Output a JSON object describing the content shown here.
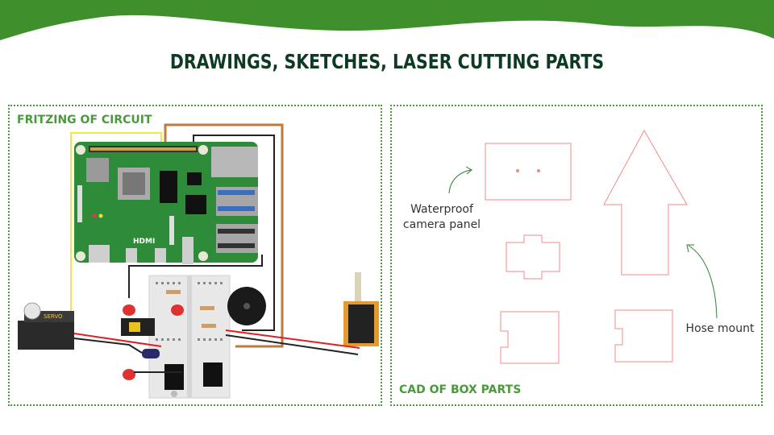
{
  "slide": {
    "title": "DRAWINGS, SKETCHES, LASER CUTTING PARTS",
    "left_panel_label": "FRITZING OF CIRCUIT",
    "right_panel_label": "CAD OF BOX PARTS",
    "annotations": {
      "camera_panel": "Waterproof camera panel",
      "hose_mount": "Hose mount"
    },
    "board": {
      "hdmi_label": "HDMI",
      "servo_brand": "SERVO"
    }
  },
  "colors": {
    "header_green": "#3f8f2c",
    "title_dark": "#0d3a23",
    "panel_green": "#4a9a3c",
    "cad_line": "#f08a8a",
    "board_green": "#2e8b3a"
  }
}
